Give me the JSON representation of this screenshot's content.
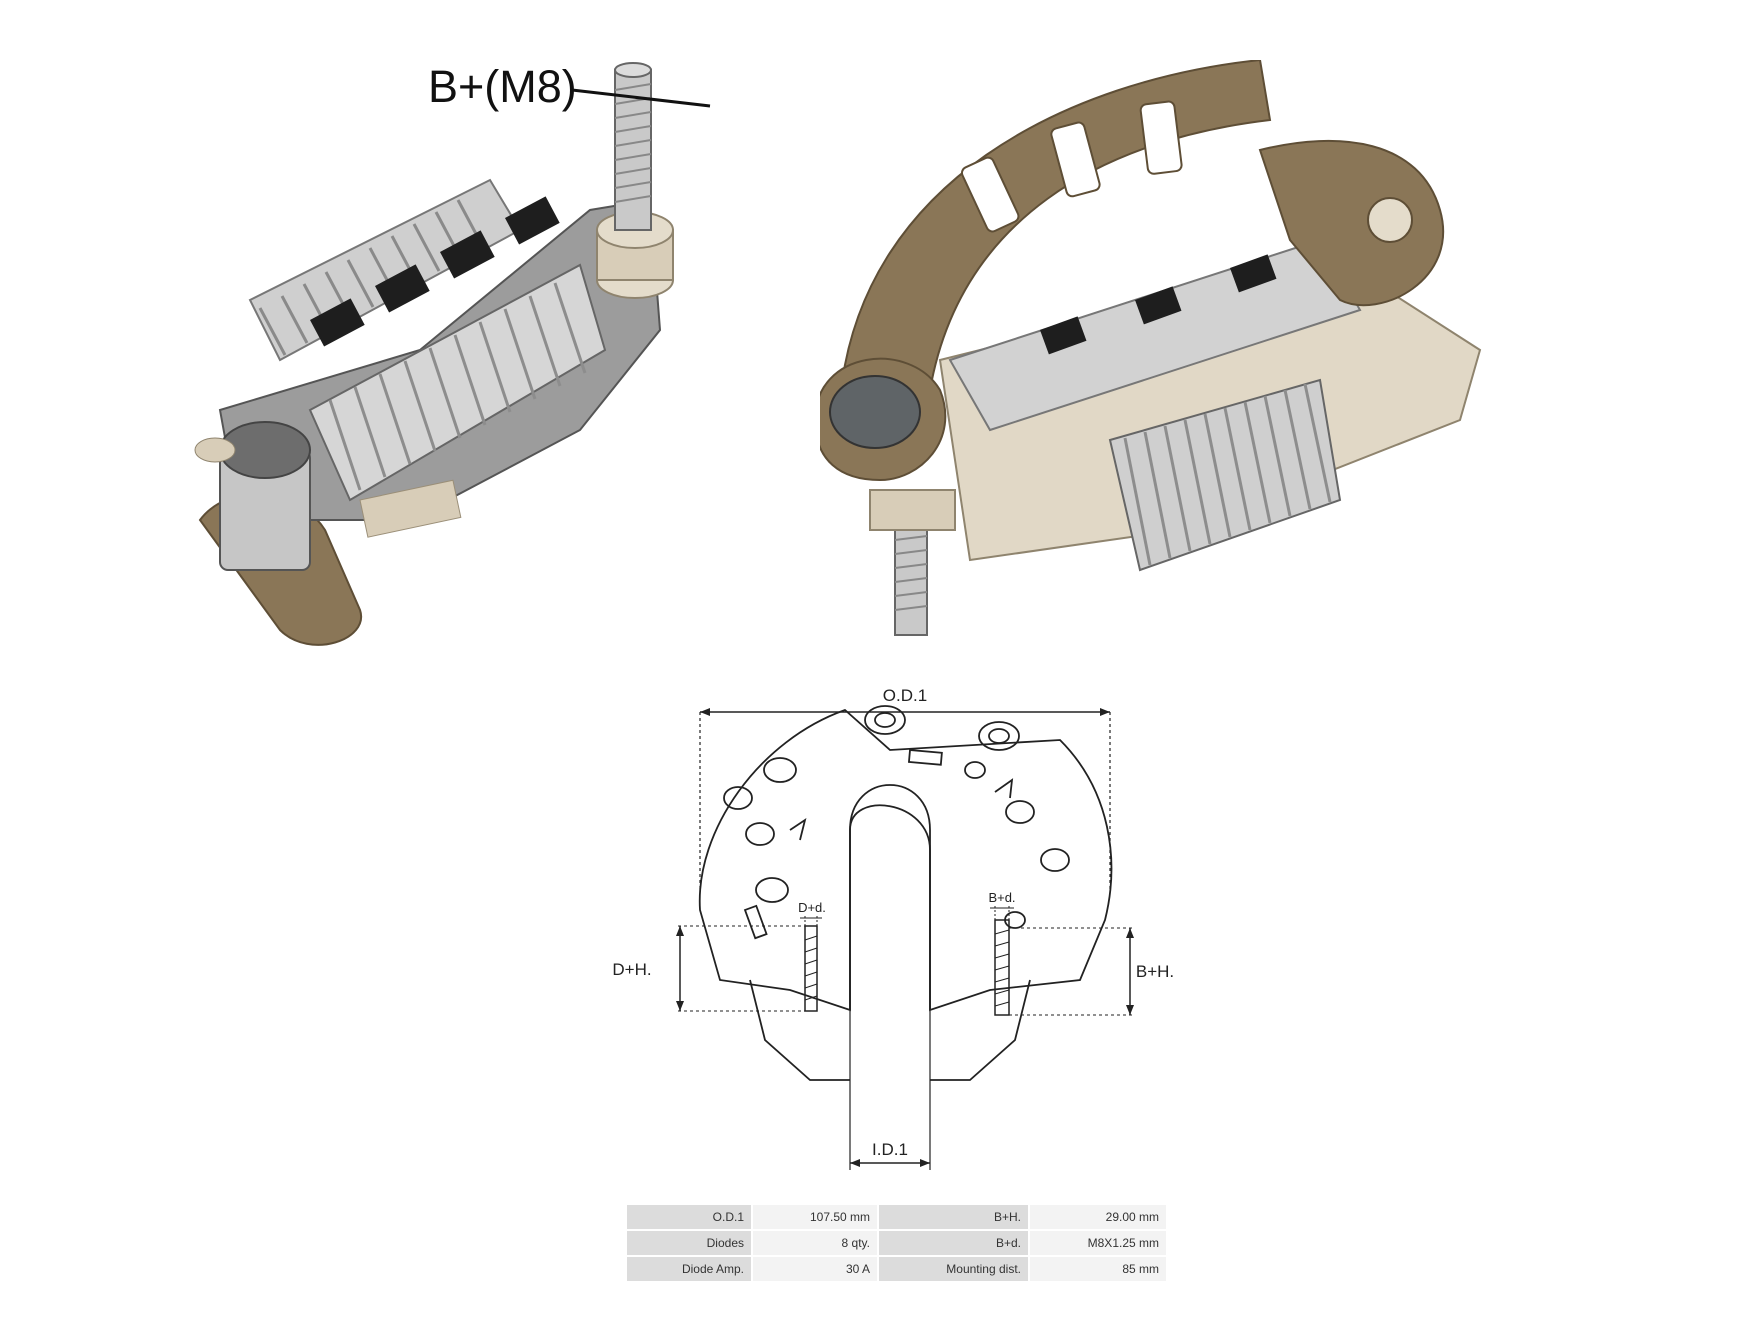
{
  "callout": {
    "label": "B+(M8)"
  },
  "diagram": {
    "od_label": "O.D.1",
    "id_label": "I.D.1",
    "dh_label": "D+H.",
    "dd_label": "D+d.",
    "bh_label": "B+H.",
    "bd_label": "B+d."
  },
  "specs": {
    "rows": [
      {
        "label1": "O.D.1",
        "value1": "107.50 mm",
        "label2": "B+H.",
        "value2": "29.00 mm"
      },
      {
        "label1": "Diodes",
        "value1": "8 qty.",
        "label2": "B+d.",
        "value2": "M8X1.25 mm"
      },
      {
        "label1": "Diode Amp.",
        "value1": "30 A",
        "label2": "Mounting dist.",
        "value2": "85 mm"
      }
    ]
  },
  "colors": {
    "housing": "#8a7657",
    "metal": "#b9b9b9",
    "insulator": "#d8cdb8",
    "dark": "#1e1e1e"
  }
}
